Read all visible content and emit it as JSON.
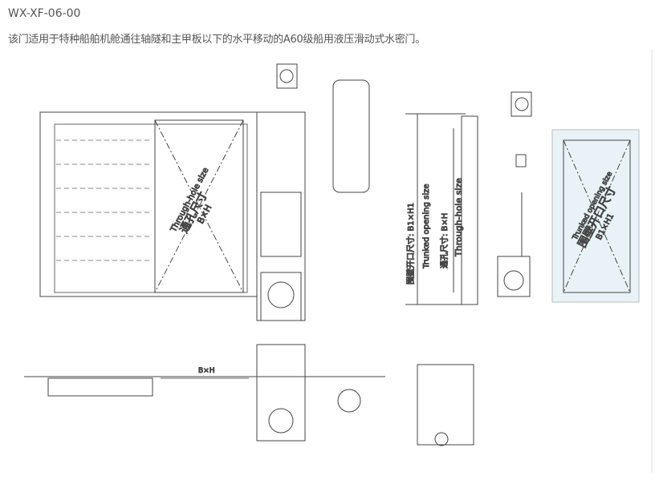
{
  "product": {
    "code": "WX-XF-06-00",
    "description": "该门适用于特种船舶机舱通往轴隧和主甲板以下的水平移动的A60级船用液压滑动式水密门。"
  },
  "drawing": {
    "front_label_en": "Through-hole size",
    "front_label_cn": "通孔尺寸",
    "front_label_dim": "B×H",
    "plan_dim": "B×H",
    "side_trunk_label": "围壁开口尺寸: B1×H1",
    "side_trunk_en": "Trunked opening size",
    "side_hole_label": "通孔尺寸: B×H",
    "side_hole_en": "Through-hole size",
    "panel_en": "Trunked opening size",
    "panel_cn": "围壁开口尺寸",
    "panel_dim": "B1×H1"
  }
}
